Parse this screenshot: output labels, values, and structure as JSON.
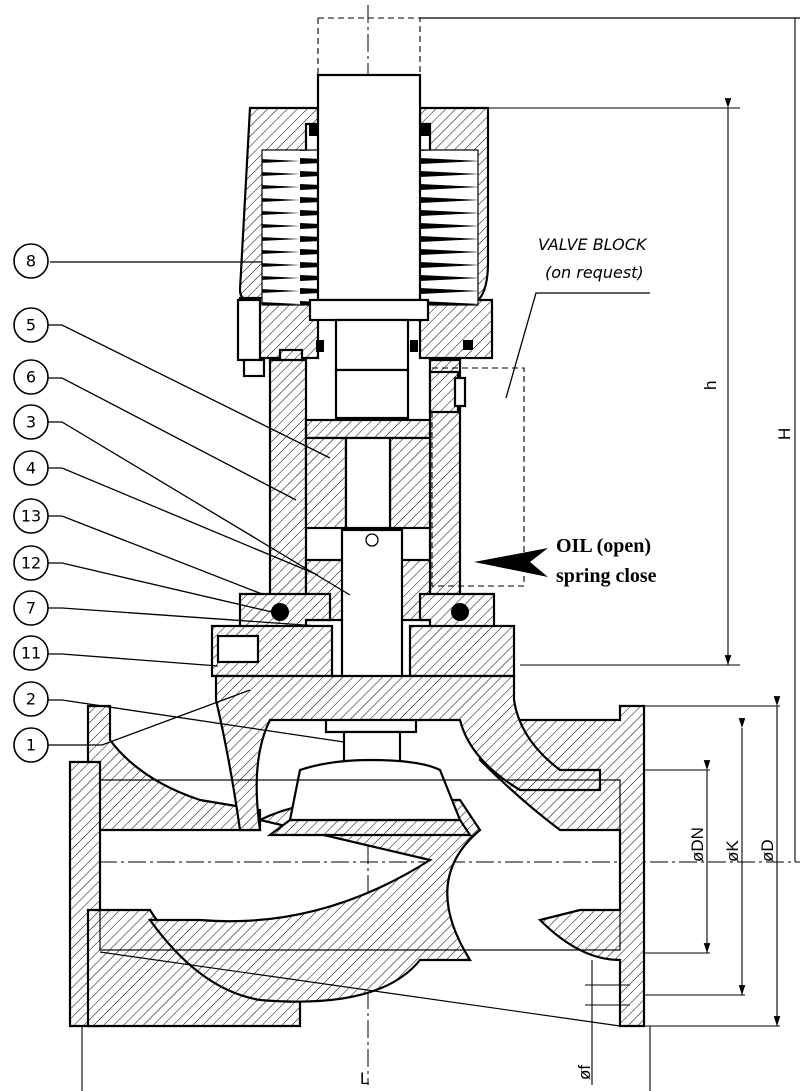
{
  "balloons": [
    {
      "id": "8",
      "label": "8"
    },
    {
      "id": "5",
      "label": "5"
    },
    {
      "id": "6",
      "label": "6"
    },
    {
      "id": "3",
      "label": "3"
    },
    {
      "id": "4",
      "label": "4"
    },
    {
      "id": "13",
      "label": "13"
    },
    {
      "id": "12",
      "label": "12"
    },
    {
      "id": "7",
      "label": "7"
    },
    {
      "id": "11",
      "label": "11"
    },
    {
      "id": "2",
      "label": "2"
    },
    {
      "id": "1",
      "label": "1"
    }
  ],
  "valve_block": {
    "line1": "VALVE BLOCK",
    "line2": "(on request)"
  },
  "oil": {
    "line1": "OIL (open)",
    "line2": "spring close"
  },
  "dimensions": {
    "h": "h",
    "H": "H",
    "dn": "øDN",
    "k": "øK",
    "d": "øD",
    "f": "øf",
    "l": "L"
  }
}
